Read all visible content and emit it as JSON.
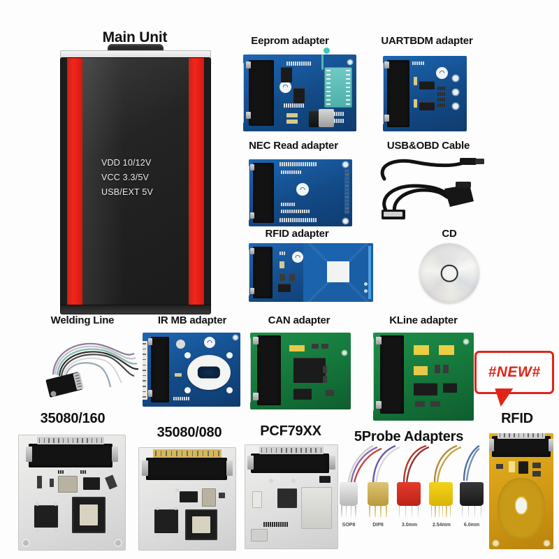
{
  "page": {
    "background_color": "#fdfdfd",
    "product_type": "automotive-diagnostic-programmer-kit"
  },
  "main_unit": {
    "label": "Main Unit",
    "body_color": "#1c1c1c",
    "accent_color": "#e8241b",
    "spec_lines": [
      "VDD 10/12V",
      "VCC 3.3/5V",
      "USB/EXT 5V"
    ]
  },
  "components": [
    {
      "id": "eeprom",
      "label": "Eeprom adapter",
      "color": "#1d67b4"
    },
    {
      "id": "uartbdm",
      "label": "UARTBDM adapter",
      "color": "#1d67b4"
    },
    {
      "id": "nec",
      "label": "NEC Read adapter",
      "color": "#1d67b4"
    },
    {
      "id": "usbobd",
      "label": "USB&OBD Cable",
      "color": "#131313"
    },
    {
      "id": "rfid-adp",
      "label": "RFID adapter",
      "color": "#1d67b4"
    },
    {
      "id": "cd",
      "label": "CD",
      "color": "#e4e4e4"
    },
    {
      "id": "welding",
      "label": "Welding Line",
      "color": "#131313"
    },
    {
      "id": "irmb",
      "label": "IR MB adapter",
      "color": "#1d67b4"
    },
    {
      "id": "can",
      "label": "CAN adapter",
      "color": "#1f8f4a"
    },
    {
      "id": "kline",
      "label": "KLine adapter",
      "color": "#1f8f4a"
    },
    {
      "id": "m35080160",
      "label": "35080/160",
      "color": "#f0f0ee"
    },
    {
      "id": "m35080080",
      "label": "35080/080",
      "color": "#f0f0ee"
    },
    {
      "id": "pcf79xx",
      "label": "PCF79XX",
      "color": "#f0f0ee"
    },
    {
      "id": "probes",
      "label": "5Probe Adapters",
      "color": "#e23b2c"
    },
    {
      "id": "rfid",
      "label": "RFID",
      "color": "#e8b21f"
    }
  ],
  "badge": {
    "text": "#NEW#",
    "color": "#e02418",
    "points_to": "RFID"
  },
  "probe_adapters": [
    {
      "name": "SOP8",
      "color": "#ededed"
    },
    {
      "name": "DIP8",
      "color": "#e0c374"
    },
    {
      "name": "3.0mm",
      "color": "#e23b2c"
    },
    {
      "name": "2.54mm",
      "color": "#f3d21b"
    },
    {
      "name": "6.0mm",
      "color": "#2b2b2b"
    }
  ]
}
